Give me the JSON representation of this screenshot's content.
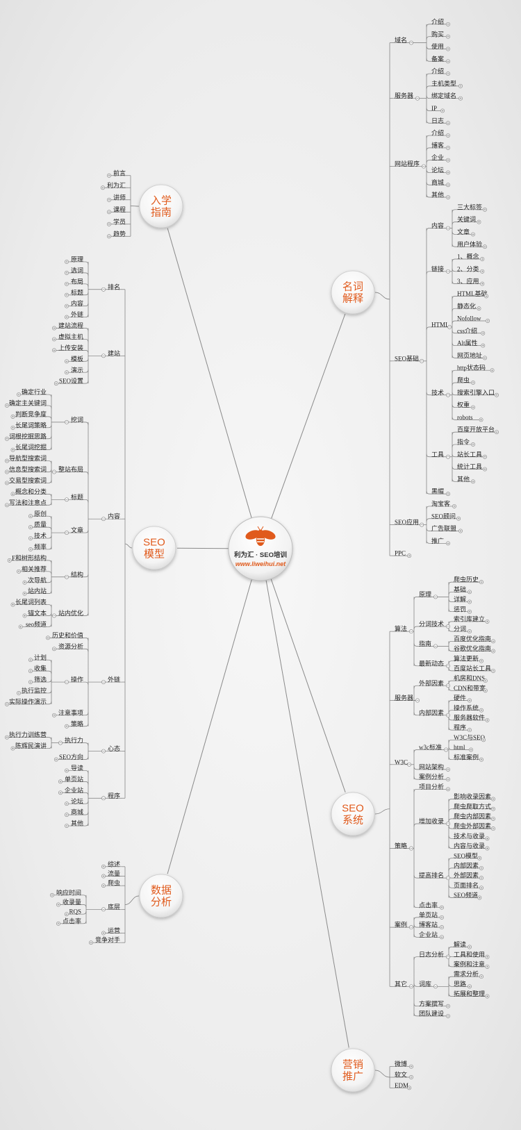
{
  "center": {
    "brand": "利为汇 · SEO培训",
    "url": "www.liweihui.net",
    "accent": "#e05a1c"
  },
  "branches": [
    {
      "label": "入学\n指南",
      "side": "left",
      "children": [
        {
          "label": "前言"
        },
        {
          "label": "利为汇"
        },
        {
          "label": "讲师"
        },
        {
          "label": "课程"
        },
        {
          "label": "学员"
        },
        {
          "label": "趋势"
        }
      ]
    },
    {
      "label": "SEO\n模型",
      "side": "left",
      "children": [
        {
          "label": "排名",
          "children": [
            {
              "label": "原理"
            },
            {
              "label": "选词"
            },
            {
              "label": "布局"
            },
            {
              "label": "标题"
            },
            {
              "label": "内容"
            },
            {
              "label": "外链"
            }
          ]
        },
        {
          "label": "建站",
          "children": [
            {
              "label": "建站流程"
            },
            {
              "label": "虚拟主机"
            },
            {
              "label": "上传安装"
            },
            {
              "label": "模板"
            },
            {
              "label": "演示"
            },
            {
              "label": "SEO设置"
            }
          ]
        },
        {
          "label": "内容",
          "children": [
            {
              "label": "挖词",
              "children": [
                {
                  "label": "确定行业"
                },
                {
                  "label": "确定主关键词"
                },
                {
                  "label": "判断竞争度"
                },
                {
                  "label": "长尾词策略"
                },
                {
                  "label": "词根挖掘思路"
                },
                {
                  "label": "长尾词挖掘"
                }
              ]
            },
            {
              "label": "整站布局",
              "children": [
                {
                  "label": "导航型搜索词"
                },
                {
                  "label": "信息型搜索词"
                },
                {
                  "label": "交易型搜索词"
                }
              ]
            },
            {
              "label": "标题",
              "children": [
                {
                  "label": "概念和分类"
                },
                {
                  "label": "写法和注意点"
                }
              ]
            },
            {
              "label": "文章",
              "children": [
                {
                  "label": "原创"
                },
                {
                  "label": "质量"
                },
                {
                  "label": "技术"
                },
                {
                  "label": "频率"
                }
              ]
            },
            {
              "label": "结构",
              "children": [
                {
                  "label": "F和树形结构"
                },
                {
                  "label": "相关推荐"
                },
                {
                  "label": "次导航"
                },
                {
                  "label": "站内站"
                }
              ]
            },
            {
              "label": "站内优化",
              "children": [
                {
                  "label": "长尾词列表"
                },
                {
                  "label": "锚文本"
                },
                {
                  "label": "seo频道"
                }
              ]
            }
          ]
        },
        {
          "label": "外链",
          "children": [
            {
              "label": "历史和价值"
            },
            {
              "label": "资源分析"
            },
            {
              "label": "操作",
              "children": [
                {
                  "label": "计划"
                },
                {
                  "label": "收集"
                },
                {
                  "label": "筛选"
                },
                {
                  "label": "执行监控"
                },
                {
                  "label": "实际操作演示"
                }
              ]
            },
            {
              "label": "注意事项"
            },
            {
              "label": "策略"
            }
          ]
        },
        {
          "label": "心态",
          "children": [
            {
              "label": "执行力",
              "children": [
                {
                  "label": "执行力训练营"
                },
                {
                  "label": "陈辉民演讲"
                }
              ]
            },
            {
              "label": "SEO方向"
            }
          ]
        },
        {
          "label": "程序",
          "children": [
            {
              "label": "导读"
            },
            {
              "label": "单页站"
            },
            {
              "label": "企业站"
            },
            {
              "label": "论坛"
            },
            {
              "label": "商城"
            },
            {
              "label": "其他"
            }
          ]
        }
      ]
    },
    {
      "label": "数据\n分析",
      "side": "left",
      "children": [
        {
          "label": "综述"
        },
        {
          "label": "流量"
        },
        {
          "label": "爬虫"
        },
        {
          "label": "底层",
          "children": [
            {
              "label": "响应时间"
            },
            {
              "label": "收录量"
            },
            {
              "label": "RQS"
            },
            {
              "label": "点击率"
            }
          ]
        },
        {
          "label": "运营"
        },
        {
          "label": "竞争对手"
        }
      ]
    },
    {
      "label": "名词\n解释",
      "side": "right",
      "children": [
        {
          "label": "域名",
          "children": [
            {
              "label": "介绍"
            },
            {
              "label": "购买"
            },
            {
              "label": "使用"
            },
            {
              "label": "备案"
            }
          ]
        },
        {
          "label": "服务器",
          "children": [
            {
              "label": "介绍"
            },
            {
              "label": "主机类型"
            },
            {
              "label": "绑定域名"
            },
            {
              "label": "IP"
            },
            {
              "label": "日志"
            }
          ]
        },
        {
          "label": "网站程序",
          "children": [
            {
              "label": "介绍"
            },
            {
              "label": "博客"
            },
            {
              "label": "企业"
            },
            {
              "label": "论坛"
            },
            {
              "label": "商城"
            },
            {
              "label": "其他"
            }
          ]
        },
        {
          "label": "SEO基础",
          "children": [
            {
              "label": "内容",
              "children": [
                {
                  "label": "三大标签"
                },
                {
                  "label": "关键词"
                },
                {
                  "label": "文章"
                },
                {
                  "label": "用户体验"
                }
              ]
            },
            {
              "label": "链接",
              "children": [
                {
                  "label": "1、概念"
                },
                {
                  "label": "2、分类"
                },
                {
                  "label": "3、应用"
                }
              ]
            },
            {
              "label": "HTML",
              "children": [
                {
                  "label": "HTML基础"
                },
                {
                  "label": "静态化"
                },
                {
                  "label": "Nofollow"
                },
                {
                  "label": "css介绍"
                },
                {
                  "label": "Alt属性"
                },
                {
                  "label": "网页地址"
                }
              ]
            },
            {
              "label": "技术",
              "children": [
                {
                  "label": "http状态码"
                },
                {
                  "label": "爬虫"
                },
                {
                  "label": "搜索引擎入口"
                },
                {
                  "label": "权重"
                },
                {
                  "label": "robots"
                }
              ]
            },
            {
              "label": "工具",
              "children": [
                {
                  "label": "百度开放平台"
                },
                {
                  "label": "指令"
                },
                {
                  "label": "站长工具"
                },
                {
                  "label": "统计工具"
                },
                {
                  "label": "其他"
                }
              ]
            },
            {
              "label": "黑帽"
            }
          ]
        },
        {
          "label": "SEO应用",
          "children": [
            {
              "label": "淘宝客"
            },
            {
              "label": "SEO顾问"
            },
            {
              "label": "广告联盟"
            },
            {
              "label": "推广"
            }
          ]
        },
        {
          "label": "PPC"
        }
      ]
    },
    {
      "label": "SEO\n系统",
      "side": "right",
      "children": [
        {
          "label": "算法",
          "children": [
            {
              "label": "原理",
              "children": [
                {
                  "label": "爬虫历史"
                },
                {
                  "label": "基础"
                },
                {
                  "label": "详解"
                },
                {
                  "label": "惩罚"
                }
              ]
            },
            {
              "label": "分词技术",
              "children": [
                {
                  "label": "索引库建立"
                },
                {
                  "label": "分词"
                }
              ]
            },
            {
              "label": "指南",
              "children": [
                {
                  "label": "百度优化指南"
                },
                {
                  "label": "谷歌优化指南"
                }
              ]
            },
            {
              "label": "最新动态",
              "children": [
                {
                  "label": "算法更新"
                },
                {
                  "label": "百度站长工具"
                }
              ]
            }
          ]
        },
        {
          "label": "服务器",
          "children": [
            {
              "label": "外部因素",
              "children": [
                {
                  "label": "机房和DNS"
                },
                {
                  "label": "CDN和带宽"
                }
              ]
            },
            {
              "label": "内部因素",
              "children": [
                {
                  "label": "硬件"
                },
                {
                  "label": "操作系统"
                },
                {
                  "label": "服务器软件"
                },
                {
                  "label": "程序"
                }
              ]
            }
          ]
        },
        {
          "label": "W3C",
          "children": [
            {
              "label": "w3c标准",
              "children": [
                {
                  "label": "W3C与SEO"
                },
                {
                  "label": "html"
                },
                {
                  "label": "标准案例"
                }
              ]
            },
            {
              "label": "网站架构"
            },
            {
              "label": "案例分析"
            }
          ]
        },
        {
          "label": "策略",
          "children": [
            {
              "label": "项目分析"
            },
            {
              "label": "增加收录",
              "children": [
                {
                  "label": "影响收录因素"
                },
                {
                  "label": "爬虫爬取方式"
                },
                {
                  "label": "爬虫内部因素"
                },
                {
                  "label": "爬虫外部因素"
                },
                {
                  "label": "技术与收录"
                },
                {
                  "label": "内容与收录"
                }
              ]
            },
            {
              "label": "提高排名",
              "children": [
                {
                  "label": "SEO模型"
                },
                {
                  "label": "内部因素"
                },
                {
                  "label": "外部因素"
                },
                {
                  "label": "页面排名"
                },
                {
                  "label": "SEO频道"
                }
              ]
            },
            {
              "label": "点击率"
            }
          ]
        },
        {
          "label": "案例",
          "children": [
            {
              "label": "单页站"
            },
            {
              "label": "博客站"
            },
            {
              "label": "企业站"
            }
          ]
        },
        {
          "label": "其它",
          "children": [
            {
              "label": "日志分析",
              "children": [
                {
                  "label": "解读"
                },
                {
                  "label": "工具和使用"
                },
                {
                  "label": "案例和注意"
                }
              ]
            },
            {
              "label": "词库",
              "children": [
                {
                  "label": "需求分析"
                },
                {
                  "label": "思路"
                },
                {
                  "label": "拓展和整理"
                }
              ]
            },
            {
              "label": "方案撰写"
            },
            {
              "label": "团队建设"
            }
          ]
        }
      ]
    },
    {
      "label": "营销\n推广",
      "side": "right",
      "children": [
        {
          "label": "微博"
        },
        {
          "label": "软文"
        },
        {
          "label": "EDM"
        }
      ]
    }
  ]
}
